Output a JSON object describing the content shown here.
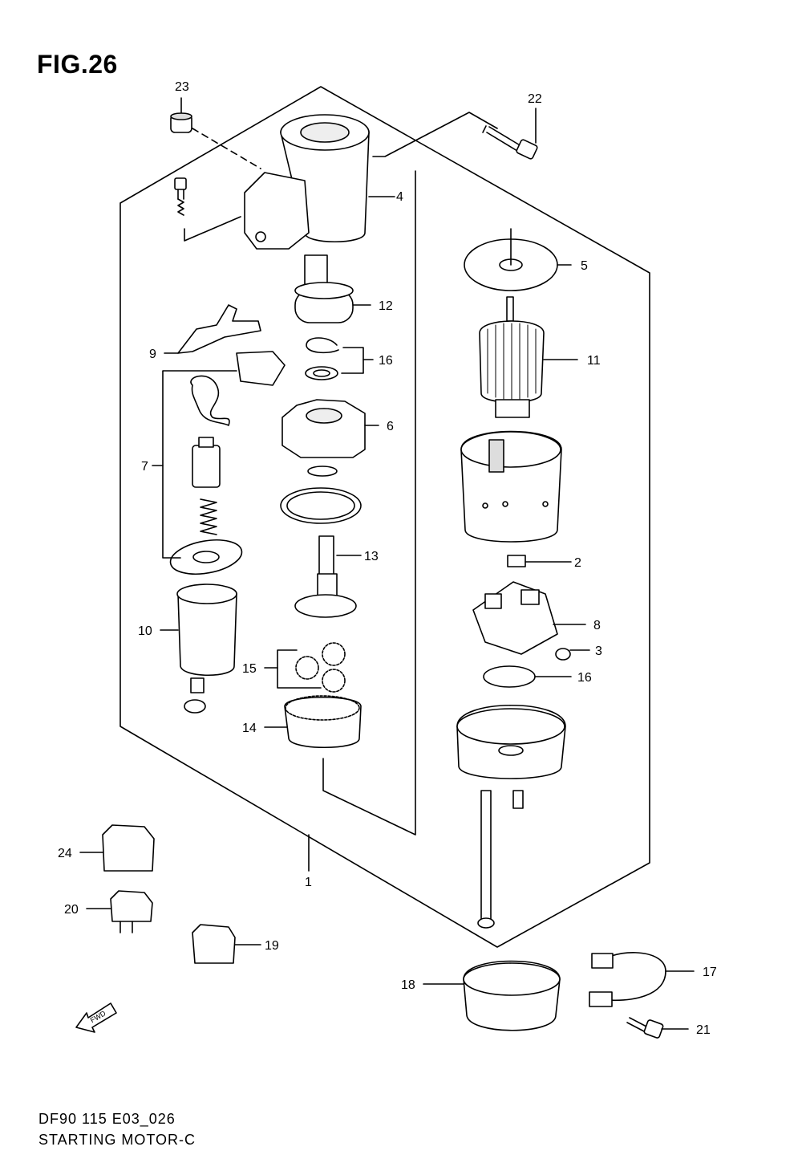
{
  "figure": {
    "title": "FIG.26",
    "code": "DF90 115 E03_026",
    "name": "STARTING MOTOR-C"
  },
  "fwd_label": "FWD",
  "callouts": [
    "1",
    "2",
    "3",
    "4",
    "5",
    "6",
    "7",
    "8",
    "9",
    "10",
    "11",
    "12",
    "13",
    "14",
    "15",
    "16",
    "16",
    "17",
    "18",
    "19",
    "20",
    "21",
    "22",
    "23",
    "24"
  ]
}
